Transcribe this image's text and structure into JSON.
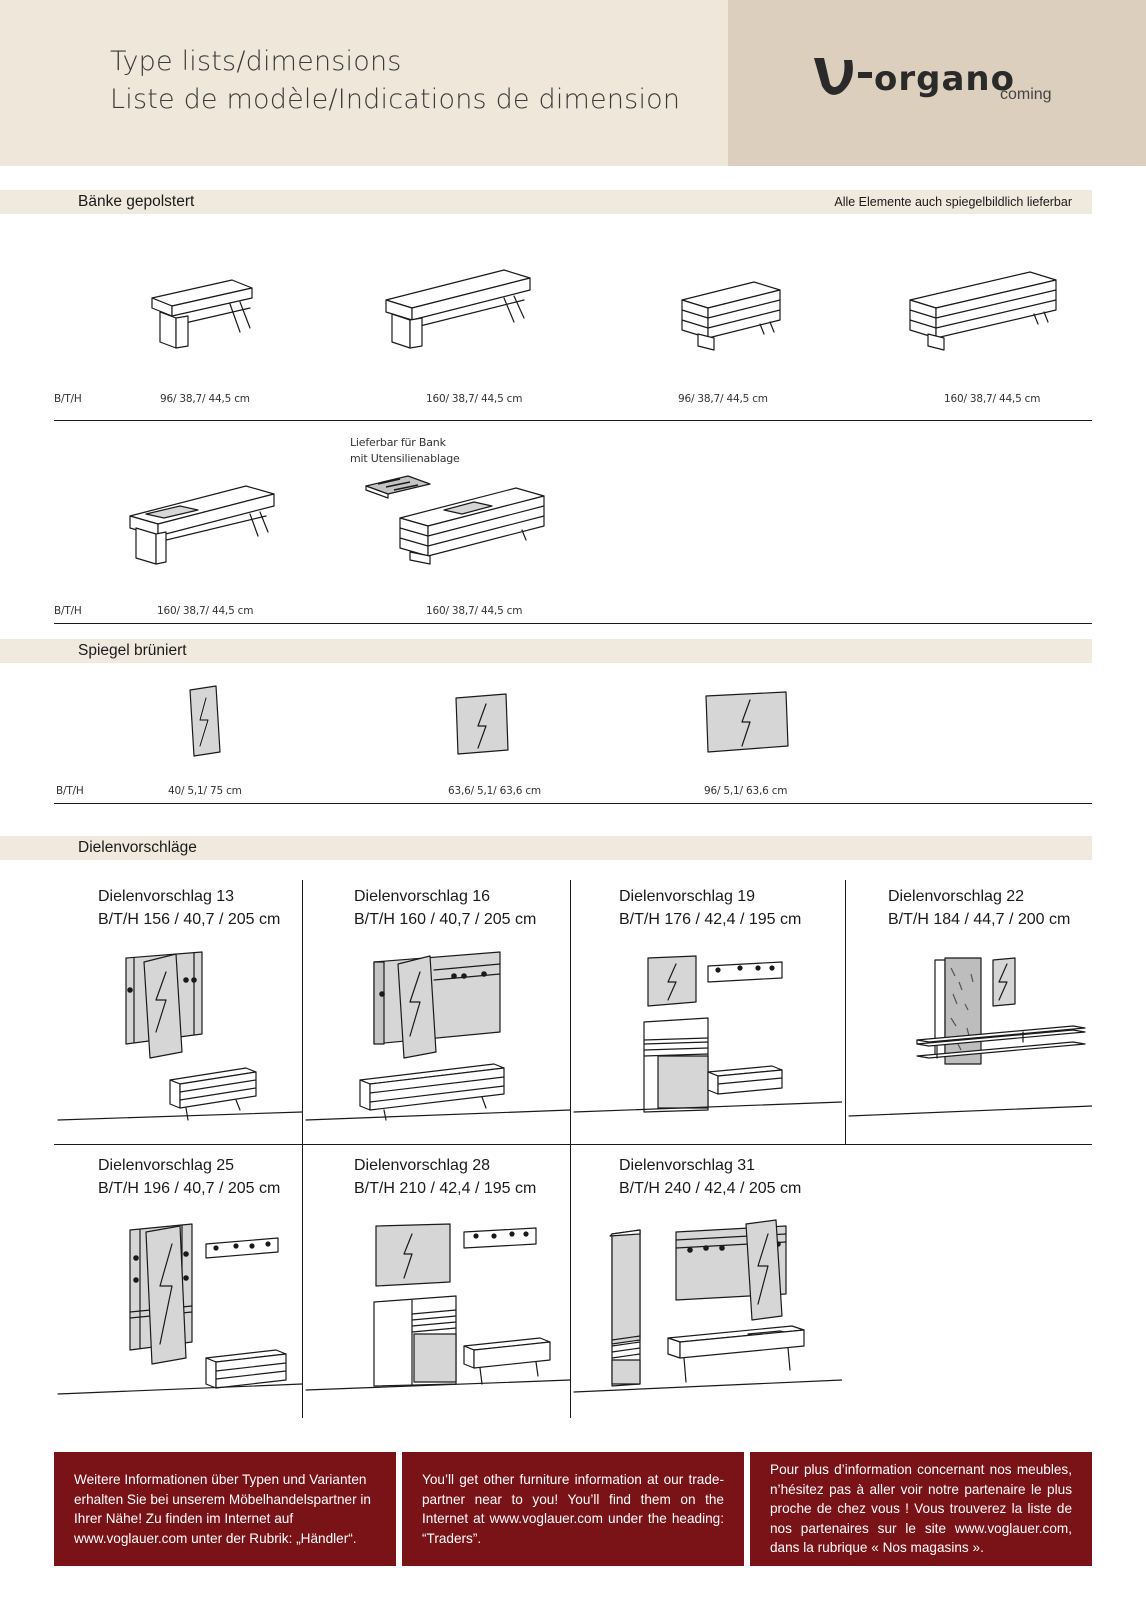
{
  "header": {
    "title_en": "Type lists/dimensions",
    "title_fr": "Liste de modèle/Indications de dimension",
    "logo": "V-organo",
    "logo_sub": "coming"
  },
  "benches": {
    "label": "Bänke gepolstert",
    "note": "Alle Elemente auch spiegelbildlich lieferbar",
    "row1_dim_label": "B/T/H",
    "row1_dims": [
      "96/ 38,7/ 44,5 cm",
      "160/ 38,7/ 44,5 cm",
      "96/ 38,7/ 44,5 cm",
      "160/ 38,7/ 44,5 cm"
    ],
    "row2_caption_1": "Lieferbar für Bank",
    "row2_caption_2": "mit Utensilienablage",
    "row2_dim_label": "B/T/H",
    "row2_dims": [
      "160/ 38,7/ 44,5 cm",
      "160/ 38,7/ 44,5 cm"
    ]
  },
  "mirrors": {
    "label": "Spiegel brüniert",
    "dim_label": "B/T/H",
    "dims": [
      "40/ 5,1/ 75 cm",
      "63,6/ 5,1/ 63,6 cm",
      "96/ 5,1/ 63,6 cm"
    ]
  },
  "suggestions": {
    "label": "Dielenvorschläge",
    "items": [
      {
        "name": "Dielenvorschlag 13",
        "dims": "B/T/H 156 / 40,7 / 205 cm"
      },
      {
        "name": "Dielenvorschlag 16",
        "dims": "B/T/H 160 / 40,7 / 205 cm"
      },
      {
        "name": "Dielenvorschlag 19",
        "dims": "B/T/H 176 / 42,4 / 195 cm"
      },
      {
        "name": "Dielenvorschlag 22",
        "dims": "B/T/H 184 / 44,7 / 200 cm"
      },
      {
        "name": "Dielenvorschlag 25",
        "dims": "B/T/H 196 / 40,7 / 205 cm"
      },
      {
        "name": "Dielenvorschlag 28",
        "dims": "B/T/H 210 / 42,4 / 195 cm"
      },
      {
        "name": "Dielenvorschlag 31",
        "dims": "B/T/H 240 / 42,4 / 205 cm"
      }
    ]
  },
  "info_boxes": {
    "de": "Weitere Informationen über Typen und Varianten erhalten Sie bei unserem Möbelhandelspartner in Ihrer Nähe! Zu finden im Internet auf www.voglauer.com unter der Rubrik: „Händler“.",
    "en": "You’ll get other furniture information at our trade-partner near to you! You’ll find them on the Internet at www.voglauer.com under the heading: “Traders”.",
    "fr": "Pour plus d’information concernant nos meubles, n’hésitez pas à aller voir notre partenaire le plus proche de chez vous ! Vous trouverez la liste de nos partenaires sur le site www.voglauer.com, dans la rubrique « Nos magasins »."
  },
  "colors": {
    "header_light": "#eee7da",
    "header_dark": "#dccfbd",
    "band": "#f0e9de",
    "info_box": "#7a1318"
  }
}
